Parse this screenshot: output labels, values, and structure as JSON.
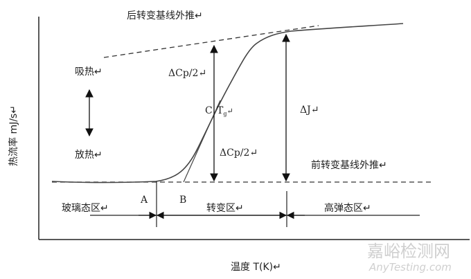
{
  "labels": {
    "post_baseline": "后转变基线外推↵",
    "pre_baseline": "前转变基线外推↵",
    "endothermic": "吸热↵",
    "exothermic": "放热↵",
    "delta_cp_upper": "ΔCp/2↵",
    "delta_cp_lower": "ΔCp/2↵",
    "point_c": "C",
    "tg": "T",
    "tg_sub": "g",
    "tg_mark": "↵",
    "delta_j": "ΔJ↵",
    "point_a": "A",
    "point_b": "B",
    "glass_region": "玻璃态区↵",
    "transition_region": "转变区↵",
    "rubbery_region": "高弹态区↵",
    "y_axis": "热流率  mJ/s↵",
    "x_axis": "温度 T(K)↵"
  },
  "watermark": {
    "cn": "嘉峪检测网",
    "en": "AnyTesting.com"
  }
}
